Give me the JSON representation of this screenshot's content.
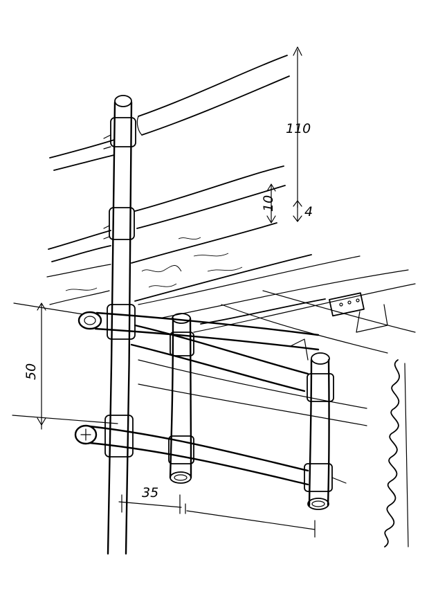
{
  "dimensions": {
    "top_height": "110",
    "board_gap": "10",
    "board_thickness": "4",
    "vertical": "50",
    "horizontal": "35"
  },
  "icons": {
    "signature": "handwritten-signature"
  }
}
